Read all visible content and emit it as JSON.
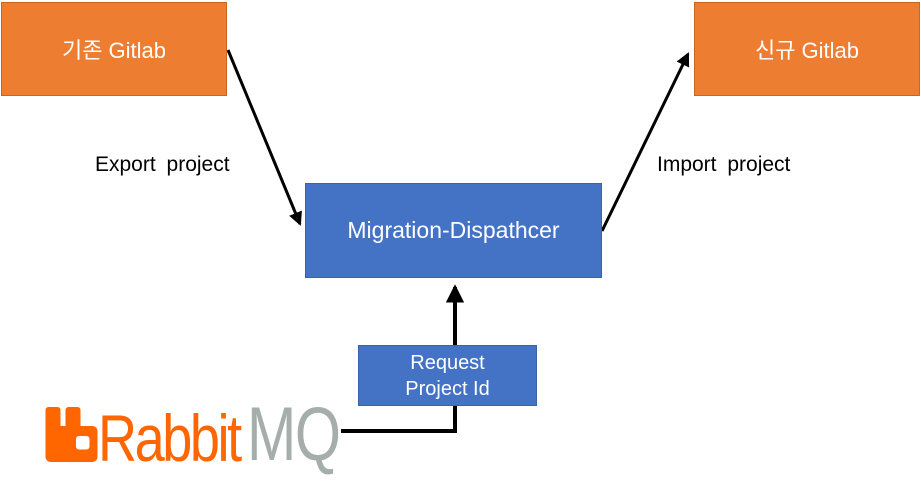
{
  "colors": {
    "orangeFill": "#ED7D31",
    "orangeBorder": "#C9651F",
    "blueFill": "#4472C4",
    "blueBorder": "#3A62A8",
    "connector": "#000000",
    "labelText": "#000000",
    "nodeText": "#FFFFFF",
    "rabbitOrange": "#FF6600",
    "rabbitGray": "#A6AEAC"
  },
  "nodes": {
    "old_gitlab": {
      "label": "기존 Gitlab"
    },
    "new_gitlab": {
      "label": "신규 Gitlab"
    },
    "dispatcher": {
      "label": "Migration-Dispathcer"
    },
    "request": {
      "line1": "Request",
      "line2": "Project Id"
    }
  },
  "edge_labels": {
    "export": "Export project",
    "import": "Import project"
  },
  "logo": {
    "icon": "rabbitmq-icon",
    "text_orange": "Rabbit",
    "text_gray": "MQ"
  }
}
